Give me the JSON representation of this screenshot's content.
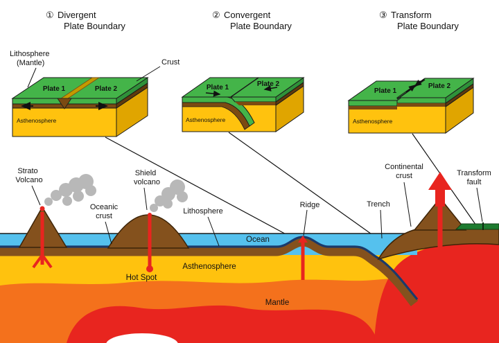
{
  "sections": [
    {
      "number": "①",
      "name": "Divergent",
      "subtitle": "Plate Boundary"
    },
    {
      "number": "②",
      "name": "Convergent",
      "subtitle": "Plate Boundary"
    },
    {
      "number": "③",
      "name": "Transform",
      "subtitle": "Plate Boundary"
    }
  ],
  "blocks": {
    "plate1": "Plate 1",
    "plate2": "Plate 2",
    "asthenosphere": "Asthenosphere"
  },
  "callouts": {
    "lithosphere_mantle": {
      "line1": "Lithosphere",
      "line2": "(Mantle)"
    },
    "crust": "Crust",
    "strato_volcano": {
      "line1": "Strato",
      "line2": "Volcano"
    },
    "shield_volcano": {
      "line1": "Shield",
      "line2": "volcano"
    },
    "oceanic_crust": {
      "line1": "Oceanic",
      "line2": "crust"
    },
    "lithosphere": "Lithosphere",
    "ridge": "Ridge",
    "trench": "Trench",
    "continental_crust": {
      "line1": "Continental",
      "line2": "crust"
    },
    "transform_fault": {
      "line1": "Transform",
      "line2": "fault"
    }
  },
  "cross_section": {
    "ocean": "Ocean",
    "asthenosphere": "Asthenosphere",
    "hot_spot": "Hot Spot",
    "mantle": "Mantle"
  },
  "colors": {
    "plate_green": "#44B449",
    "asthenosphere_yellow": "#FFC20E",
    "crust_brown": "#7B4A12",
    "ocean_blue": "#55C1EE",
    "mantle_orange": "#F4711C",
    "magma_red": "#E8251F",
    "oceanic_crust_navy": "#1A3A6B",
    "smoke_gray": "#B8B8B8",
    "land_green": "#1E7B2F",
    "litho_brown": "#84511D"
  }
}
